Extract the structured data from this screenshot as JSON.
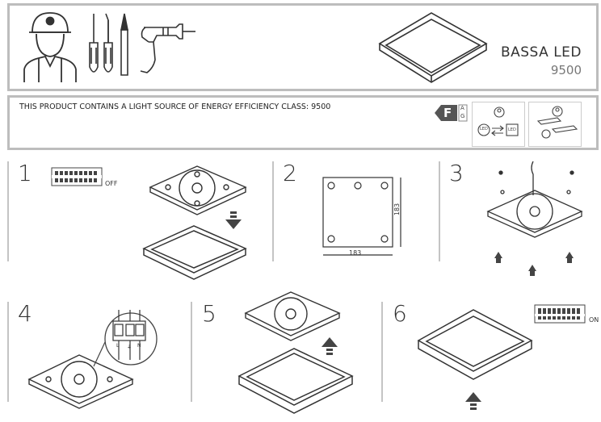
{
  "header": {
    "product_name": "BASSA LED",
    "product_code": "9500"
  },
  "energy": {
    "statement": "THIS PRODUCT CONTAINS A LIGHT SOURCE OF ENERGY EFFICIENCY CLASS: 9500",
    "class_letter": "F",
    "scale_top": "A",
    "scale_bottom": "G",
    "led_label": "LED"
  },
  "steps": [
    {
      "number": "1",
      "switch_label": "OFF"
    },
    {
      "number": "2",
      "dim_width": "183",
      "dim_height": "183"
    },
    {
      "number": "3"
    },
    {
      "number": "4",
      "terminal_labels": [
        "L",
        "⏚",
        "N"
      ]
    },
    {
      "number": "5"
    },
    {
      "number": "6",
      "switch_label": "ON"
    }
  ],
  "icons": [
    "installer-icon",
    "screwdriver-icon",
    "drill-icon",
    "energy-label-icon",
    "led-replaceable-icon",
    "driver-replaceable-icon"
  ]
}
